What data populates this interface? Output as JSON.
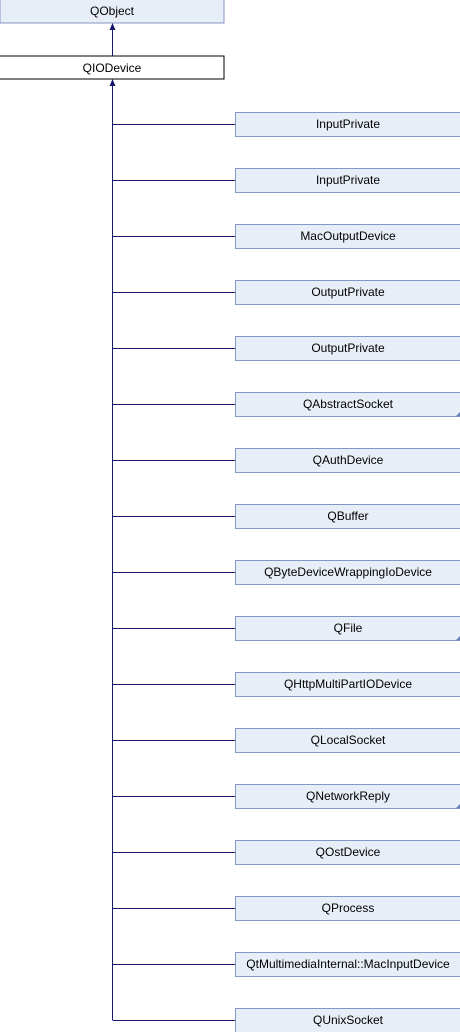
{
  "diagram": {
    "base_class": {
      "name": "QObject"
    },
    "focus_class": {
      "name": "QIODevice"
    },
    "subclasses": [
      {
        "name": "InputPrivate",
        "has_more": false
      },
      {
        "name": "InputPrivate",
        "has_more": false
      },
      {
        "name": "MacOutputDevice",
        "has_more": false
      },
      {
        "name": "OutputPrivate",
        "has_more": false
      },
      {
        "name": "OutputPrivate",
        "has_more": false
      },
      {
        "name": "QAbstractSocket",
        "has_more": true
      },
      {
        "name": "QAuthDevice",
        "has_more": false
      },
      {
        "name": "QBuffer",
        "has_more": false
      },
      {
        "name": "QByteDeviceWrappingIoDevice",
        "has_more": false
      },
      {
        "name": "QFile",
        "has_more": true
      },
      {
        "name": "QHttpMultiPartIODevice",
        "has_more": false
      },
      {
        "name": "QLocalSocket",
        "has_more": false
      },
      {
        "name": "QNetworkReply",
        "has_more": true
      },
      {
        "name": "QOstDevice",
        "has_more": false
      },
      {
        "name": "QProcess",
        "has_more": false
      },
      {
        "name": "QtMultimediaInternal::MacInputDevice",
        "has_more": false
      },
      {
        "name": "QUnixSocket",
        "has_more": false
      }
    ]
  },
  "colors": {
    "node_fill": "#e8eef8",
    "node_border": "#8496c3",
    "focus_fill": "#ffffff",
    "focus_border": "#000000",
    "edge": "#191970",
    "corner_marker": "#6a85bd"
  }
}
